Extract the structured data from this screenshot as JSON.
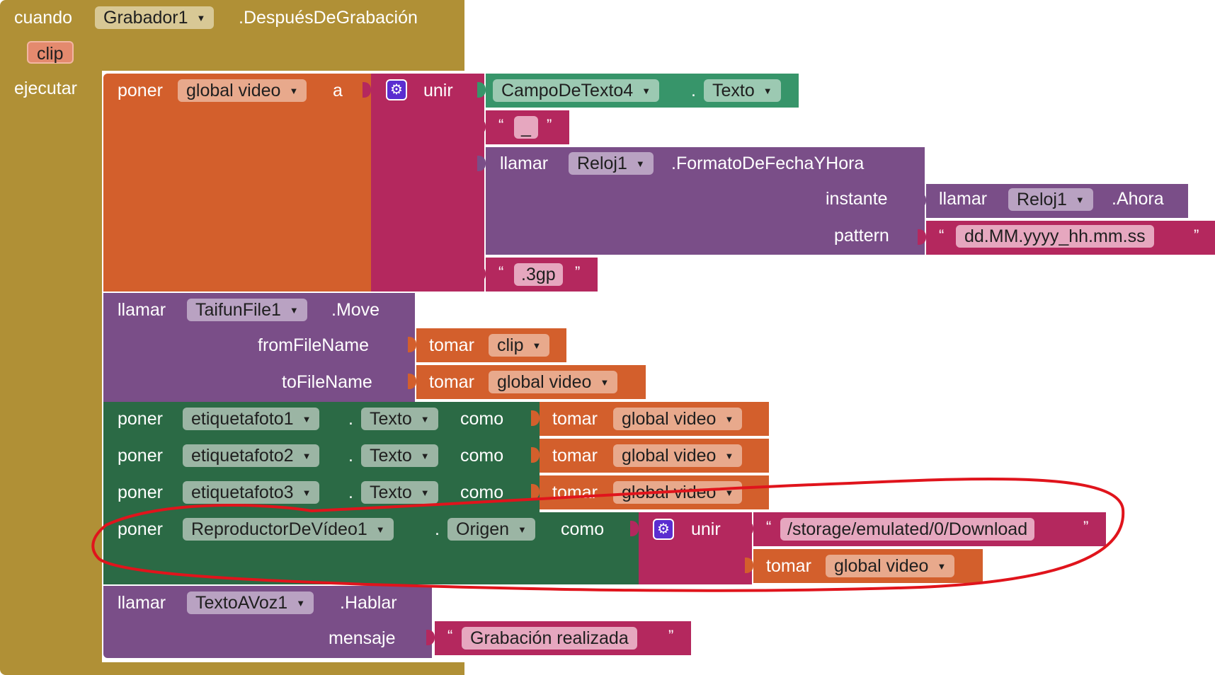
{
  "colors": {
    "event": "#b09036",
    "variable": "#d35f2c",
    "text": "#b4285e",
    "component_method": "#7a4e88",
    "component_setter": "#2b6a45",
    "component_getter": "#37956a",
    "annotation": "#e0141c"
  },
  "event": {
    "keyword_when": "cuando",
    "component": "Grabador1",
    "event_name": ".DespuésDeGrabación",
    "param": "clip",
    "keyword_do": "ejecutar"
  },
  "set_global": {
    "keyword": "poner",
    "variable": "global video",
    "to_keyword": "a",
    "join": {
      "icon": "gear-icon",
      "label": "unir",
      "getter_component": "CampoDeTexto4",
      "getter_dot": ".",
      "getter_property": "Texto",
      "separator_text": "_",
      "call": {
        "keyword": "llamar",
        "component": "Reloj1",
        "method": ".FormatoDeFechaYHora",
        "arg1_label": "instante",
        "arg1_value": {
          "keyword": "llamar",
          "component": "Reloj1",
          "method": ".Ahora"
        },
        "arg2_label": "pattern",
        "arg2_value": "dd.MM.yyyy_hh.mm.ss"
      },
      "suffix_text": ".3gp"
    }
  },
  "move_call": {
    "keyword": "llamar",
    "component": "TaifunFile1",
    "method": ".Move",
    "arg1_label": "fromFileName",
    "arg1_get": "tomar",
    "arg1_var": "clip",
    "arg2_label": "toFileName",
    "arg2_get": "tomar",
    "arg2_var": "global video"
  },
  "setters": [
    {
      "keyword": "poner",
      "component": "etiquetafoto1",
      "dot": ".",
      "property": "Texto",
      "as": "como",
      "get": "tomar",
      "var": "global video"
    },
    {
      "keyword": "poner",
      "component": "etiquetafoto2",
      "dot": ".",
      "property": "Texto",
      "as": "como",
      "get": "tomar",
      "var": "global video"
    },
    {
      "keyword": "poner",
      "component": "etiquetafoto3",
      "dot": ".",
      "property": "Texto",
      "as": "como",
      "get": "tomar",
      "var": "global video"
    }
  ],
  "video_setter": {
    "keyword": "poner",
    "component": "ReproductorDeVídeo1",
    "dot": ".",
    "property": "Origen",
    "as": "como",
    "join_icon": "gear-icon",
    "join_label": "unir",
    "path_text": "/storage/emulated/0/Download",
    "get": "tomar",
    "var": "global video"
  },
  "speak_call": {
    "keyword": "llamar",
    "component": "TextoAVoz1",
    "method": ".Hablar",
    "arg_label": "mensaje",
    "arg_text": "Grabación realizada"
  },
  "quote_open": "“",
  "quote_close": "”"
}
